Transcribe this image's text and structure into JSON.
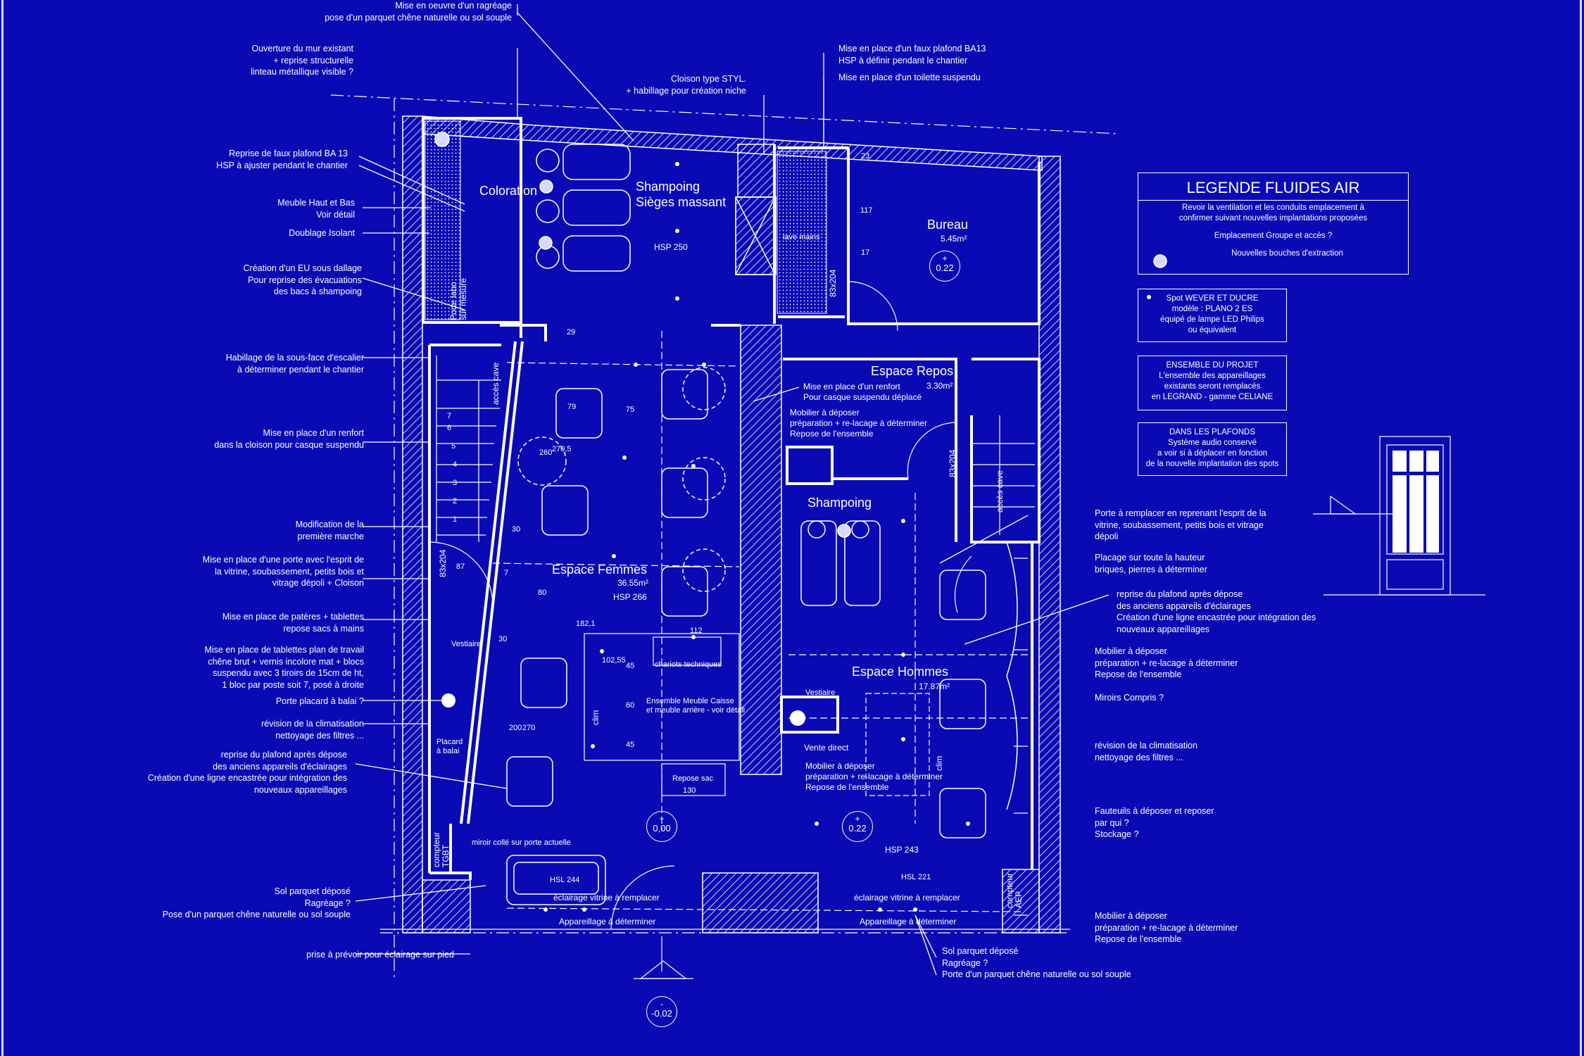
{
  "colors": {
    "background": "#0a0ab4",
    "line": "#ffffff"
  },
  "annotations_left": [
    {
      "id": "a-ragreage-top",
      "text": "Mise en oeuvre d'un ragréage\npose d'un parquet chêne naturelle ou sol souple"
    },
    {
      "id": "a-ouverture",
      "text": "Ouverture du mur existant\n+ reprise structurelle\nlinteau métallique visible ?"
    },
    {
      "id": "a-faux-plafond",
      "text": "Reprise de faux plafond BA 13\nHSP à ajuster pendant le chantier"
    },
    {
      "id": "a-meuble",
      "text": "Meuble Haut et Bas\nVoir détail"
    },
    {
      "id": "a-doublage",
      "text": "Doublage Isolant"
    },
    {
      "id": "a-eu",
      "text": "Création d'un EU sous dallage\nPour reprise des évacuations\ndes bacs  à shampoing"
    },
    {
      "id": "a-habillage",
      "text": "Habillage de la sous-face d'escalier\nà déterminer pendant le chantier"
    },
    {
      "id": "a-renfort",
      "text": "Mise en place d'un renfort\ndans la cloison pour casque suspendu"
    },
    {
      "id": "a-marche",
      "text": "Modification de la\npremière marche"
    },
    {
      "id": "a-porte",
      "text": "Mise en place d'une porte avec  l'esprit de\nla vitrine, soubassement, petits bois et\nvitrage dépoli + Cloison"
    },
    {
      "id": "a-pateres",
      "text": "Mise en place de patères + tablettes\nrepose sacs à mains"
    },
    {
      "id": "a-tablettes",
      "text": "Mise en place de tablettes plan de travail\nchêne brut + vernis incolore mat + blocs\nsuspendu avec 3 tiroirs de 15cm de ht,\n1 bloc par poste soit 7, posé à droite"
    },
    {
      "id": "a-placard",
      "text": "Porte placard à balai ?"
    },
    {
      "id": "a-clim",
      "text": "révision de la climatisation\nnettoyage des filtres ..."
    },
    {
      "id": "a-plafond",
      "text": "reprise du plafond après dépose\ndes anciens appareils d'éclairages\nCréation d'une ligne encastrée pour intégration des\nnouveaux appareillages"
    },
    {
      "id": "a-sol",
      "text": "Sol parquet déposé\nRagréage ?\nPose d'un parquet chêne naturelle ou sol souple"
    },
    {
      "id": "a-prise",
      "text": "prise à prévoir pour éclairage sur pied"
    }
  ],
  "annotations_top": [
    {
      "id": "a-cloison",
      "text": "Cloison type STYL.\n+ habillage pour création niche"
    },
    {
      "id": "a-fauxplafond-ba13",
      "text": "Mise en place d'un faux plafond BA13\nHSP  à définir pendant le chantier"
    },
    {
      "id": "a-toilette",
      "text": "Mise en place d'un toilette suspendu"
    }
  ],
  "annotations_right": [
    {
      "id": "b-porte",
      "text": "Porte à remplacer en reprenant l'esprit de la\nvitrine, soubassement, petits bois et vitrage\ndépoli"
    },
    {
      "id": "b-placage",
      "text": "Placage sur toute la hauteur\nbriques, pierres à déterminer"
    },
    {
      "id": "b-plafond",
      "text": "reprise du plafond après dépose\ndes anciens appareils d'éclairages\nCréation d'une ligne encastrée pour intégration des\nnouveaux appareillages"
    },
    {
      "id": "b-mobilier",
      "text": "Mobilier à déposer\npréparation + re-lacage à déterminer\nRepose de l'ensemble"
    },
    {
      "id": "b-miroirs",
      "text": "Miroirs Compris ?"
    },
    {
      "id": "b-clim",
      "text": "révision de la climatisation\nnettoyage des filtres ..."
    },
    {
      "id": "b-fauteuils",
      "text": "Fauteuils à déposer et reposer\npar qui ?\nStockage ?"
    },
    {
      "id": "b-mobilier2",
      "text": "Mobilier à déposer\npréparation + re-lacage à déterminer\nRepose de l'ensemble"
    },
    {
      "id": "b-sol",
      "text": "Sol parquet déposé\nRagréage ?\nPorte d'un parquet chêne naturelle ou sol souple"
    }
  ],
  "rooms": {
    "coloration": "Coloration",
    "shampoing_sieges": "Shampoing\nSièges massant",
    "hsp_250": "HSP 250",
    "lave_mains": "lave mains",
    "bureau": "Bureau",
    "bureau_area": "5.45m²",
    "espace_repos": "Espace Repos",
    "repos_area": "3.30m²",
    "repos_note1": "Mise en place d'un renfort\nPour casque suspendu déplacé",
    "repos_note2": "Mobilier à déposer\npréparation + re-lacage à déterminer\nRepose de l'ensemble",
    "shampoing": "Shampoing",
    "espace_femmes": "Espace Femmes",
    "femmes_area": "36.55m²",
    "hsp_266": "HSP 266",
    "espace_hommes": "Espace Hommes",
    "hommes_area": "17.87m²",
    "vente_direct": "Vente direct",
    "hommes_note": "Mobilier à déposer\npréparation + re-lacage à déterminer\nRepose de l'ensemble",
    "hsp_243": "HSP 243",
    "vestiaire_f": "Vestiaire",
    "vestiaire_h": "Vestiaire",
    "placard": "Placard\nà balai",
    "chariots": "chariots techniques",
    "meuble_caisse": "Ensemble Meuble Caisse\net meuble arrière - voir détail",
    "repose_sac": "Repose sac",
    "miroir": "miroir collé sur porte actuelle",
    "hsl_244": "HSL 244",
    "hsl_221": "HSL 221",
    "eclairage_g": "éclairage vitrine à remplacer",
    "eclairage_d": "éclairage vitrine à remplacer",
    "appareillage_g": "Appareillage à déterminer",
    "appareillage_d": "Appareillage à déterminer"
  },
  "vertical_labels": {
    "acces_cave_1": "accès cave",
    "acces_cave_2": "accès cave",
    "porte_labo": "Porte labo",
    "sur_mesure": "sur mesure",
    "door_83_1": "83x204",
    "door_83_2": "83x204",
    "door_83_3": "83x204",
    "clim_1": "clim",
    "clim_2": "clim",
    "compteur_tgbt": "compteur\nTGBT",
    "compteur_aep": "compteur\nAEP"
  },
  "dimensions": [
    "29",
    "79",
    "75",
    "260",
    "270,5",
    "30",
    "87",
    "80",
    "7",
    "182,1",
    "102,55",
    "30",
    "112",
    "45",
    "60",
    "45",
    "200",
    "270",
    "130",
    "117",
    "23",
    "17"
  ],
  "stair_steps": [
    "7",
    "6",
    "5",
    "4",
    "3",
    "2",
    "1"
  ],
  "levels": {
    "bureau": "0.22",
    "femmes": "0,00",
    "hommes": "0.22",
    "street": "-0.02"
  },
  "legend": {
    "title": "LEGENDE FLUIDES AIR",
    "line1": "Revoir la ventilation et les conduits emplacement à\nconfirmer suivant nouvelles implantations proposées",
    "line2": "Emplacement Groupe et accès ?",
    "line3": "Nouvelles bouches d'extraction"
  },
  "box_spot": "Spot WEVER ET DUCRE\nmodèle : PLANO 2 ES\néquipé de lampe LED Philips\nou équivalent",
  "box_ensemble": "ENSEMBLE DU PROJET\nL'ensemble des appareillages\nexistants seront remplacés\nen LEGRAND - gamme CELIANE",
  "box_plafonds": "DANS LES PLAFONDS\nSystème audio conservé\na voir si à déplacer en fonction\nde la nouvelle implantation des spots"
}
